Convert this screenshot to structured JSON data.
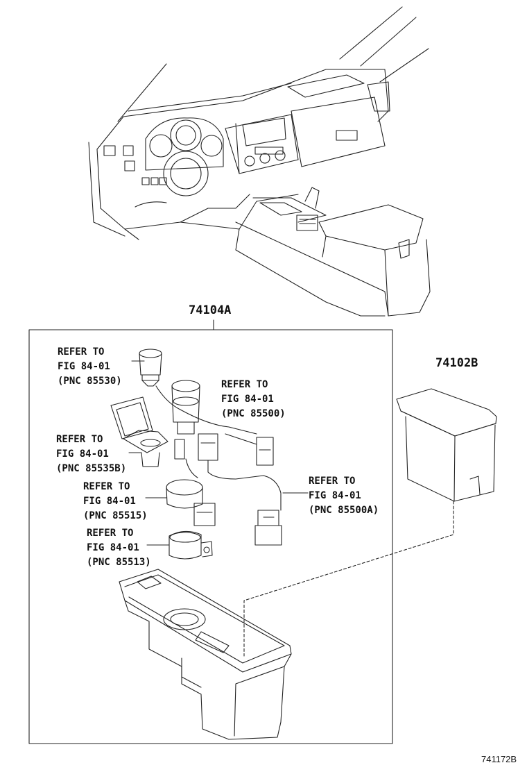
{
  "parts": {
    "assembly": "74104A",
    "box": "74102B"
  },
  "references": [
    {
      "line1": "REFER TO",
      "line2": "FIG 84-01",
      "line3": "(PNC 85530)"
    },
    {
      "line1": "REFER TO",
      "line2": "FIG 84-01",
      "line3": "(PNC 85500)"
    },
    {
      "line1": "REFER TO",
      "line2": "FIG 84-01",
      "line3": "(PNC 85535B)"
    },
    {
      "line1": "REFER TO",
      "line2": "FIG 84-01",
      "line3": "(PNC 85515)"
    },
    {
      "line1": "REFER TO",
      "line2": "FIG 84-01",
      "line3": "(PNC 85500A)"
    },
    {
      "line1": "REFER TO",
      "line2": "FIG 84-01",
      "line3": "(PNC 85513)"
    }
  ],
  "diagram_code": "741172B"
}
